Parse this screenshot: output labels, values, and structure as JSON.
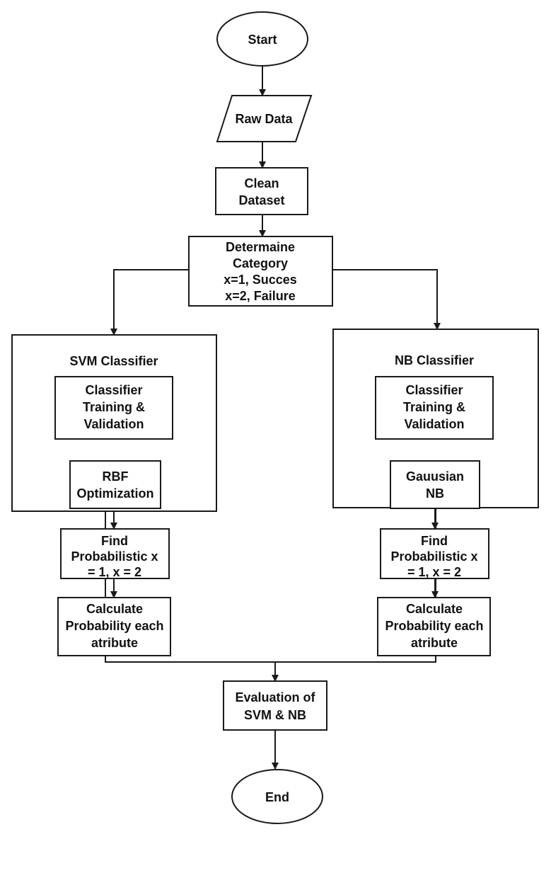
{
  "flowchart": {
    "start": "Start",
    "raw_data": "Raw Data",
    "clean_dataset": [
      "Clean",
      "Dataset"
    ],
    "determine_category": [
      "Determaine",
      "Category",
      "x=1, Succes",
      "x=2, Failure"
    ],
    "svm": {
      "title": "SVM Classifier",
      "training": [
        "Classifier",
        "Training &",
        "Validation"
      ],
      "optimization": [
        "RBF",
        "Optimization"
      ],
      "probabilistic": [
        "Find",
        "Probabilistic x",
        "= 1, x = 2"
      ],
      "probability": [
        "Calculate",
        "Probability each",
        "atribute"
      ]
    },
    "nb": {
      "title": "NB Classifier",
      "training": [
        "Classifier",
        "Training &",
        "Validation"
      ],
      "model": [
        "Gauusian",
        "NB"
      ],
      "probabilistic": [
        "Find",
        "Probabilistic x",
        "= 1, x = 2"
      ],
      "probability": [
        "Calculate",
        "Probability each",
        "atribute"
      ]
    },
    "evaluation": [
      "Evaluation of",
      "SVM & NB"
    ],
    "end": "End"
  }
}
